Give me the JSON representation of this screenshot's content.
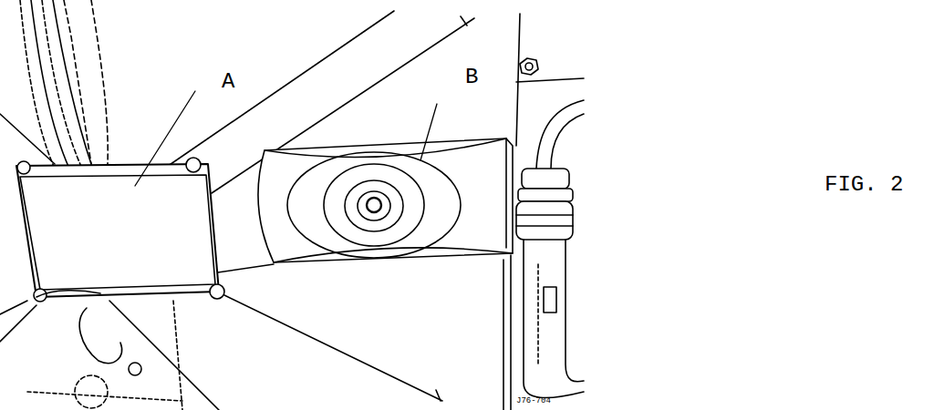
{
  "diagram": {
    "labels": [
      "A",
      "B",
      "FIG. 2",
      "J76-704"
    ]
  }
}
